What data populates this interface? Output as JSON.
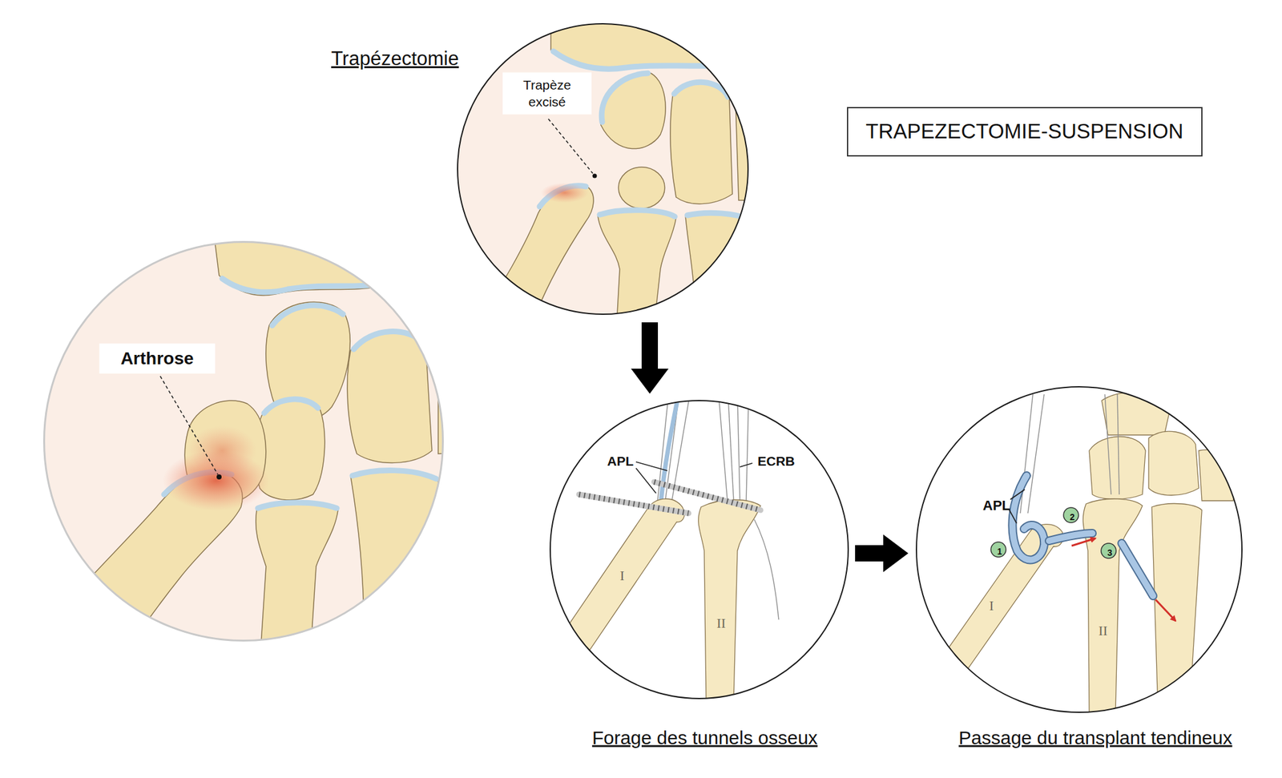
{
  "diagram": {
    "nodes": [
      {
        "text": [
          "Trapézectomie",
          "Trapèze excisé"
        ]
      },
      {
        "text": [
          "TRAPEZECTOMIE-SUSPENSION"
        ]
      },
      {
        "text": [
          "Arthrose"
        ]
      },
      {
        "text": [
          "APL",
          "ECRB",
          "I",
          "II",
          "Forage des tunnels osseux"
        ]
      },
      {
        "text": [
          "APL",
          "1",
          "2",
          "3",
          "I",
          "II",
          "Passage du transplant tendineux"
        ]
      }
    ],
    "edges": [
      {
        "from": 0,
        "to": 3,
        "arrow": "to"
      },
      {
        "from": 3,
        "to": 4,
        "arrow": "to"
      }
    ]
  }
}
